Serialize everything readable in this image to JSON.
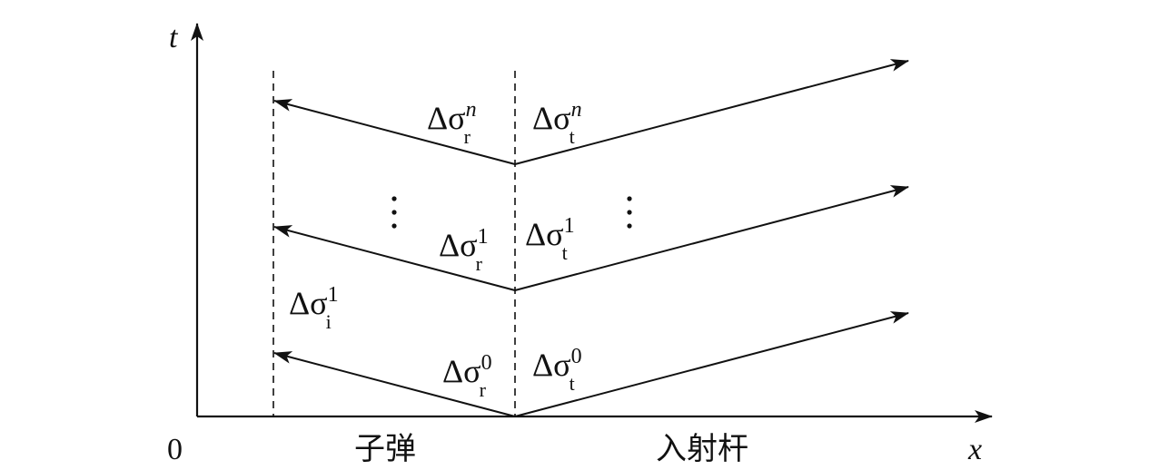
{
  "axes": {
    "t_label": "t",
    "x_label": "x",
    "origin_label": "0"
  },
  "regions": {
    "bullet": "子弹",
    "incident_bar": "入射杆"
  },
  "waves": {
    "r_n": {
      "base": "Δσ",
      "sup": "n",
      "sub": "r"
    },
    "t_n": {
      "base": "Δσ",
      "sup": "n",
      "sub": "t"
    },
    "r_1": {
      "base": "Δσ",
      "sup": "1",
      "sub": "r"
    },
    "t_1": {
      "base": "Δσ",
      "sup": "1",
      "sub": "t"
    },
    "i_1": {
      "base": "Δσ",
      "sup": "1",
      "sub": "i"
    },
    "r_0": {
      "base": "Δσ",
      "sup": "0",
      "sub": "r"
    },
    "t_0": {
      "base": "Δσ",
      "sup": "0",
      "sub": "t"
    }
  },
  "colors": {
    "ink": "#111111",
    "background": "#ffffff"
  }
}
